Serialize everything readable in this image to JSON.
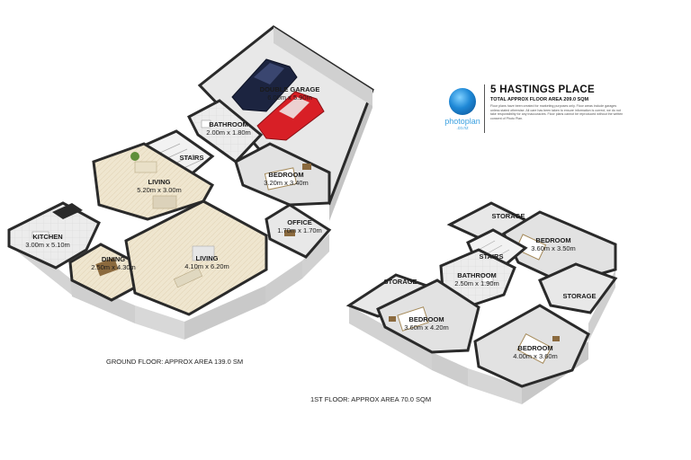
{
  "brand": {
    "name": "photoplan",
    "domain": ".co.nz",
    "icon": "photoplan-logo-icon"
  },
  "title": "5 HASTINGS PLACE",
  "subtitle": "TOTAL APPROX FLOOR AREA 209.0 SQM",
  "disclaimer": "Floor plans have been created for marketing purposes only. Floor areas include garages unless stated otherwise. All care has been taken to ensure information is correct, we do not take responsibility for any inaccuracies. Floor plans cannot be reproduced without the written consent of Photo Plan.",
  "ground_floor": {
    "caption": "GROUND FLOOR: APPROX AREA 139.0 SM",
    "rooms": [
      {
        "name": "DOUBLE GARAGE",
        "dims": "6.00m x 5.90m"
      },
      {
        "name": "BATHROOM",
        "dims": "2.00m x 1.80m"
      },
      {
        "name": "STAIRS",
        "dims": ""
      },
      {
        "name": "LIVING",
        "dims": "5.20m x 3.00m"
      },
      {
        "name": "BEDROOM",
        "dims": "3.20m x 3.40m"
      },
      {
        "name": "KITCHEN",
        "dims": "3.00m x 5.10m"
      },
      {
        "name": "OFFICE",
        "dims": "1.70m x 1.70m"
      },
      {
        "name": "DINING",
        "dims": "2.50m x 4.30m"
      },
      {
        "name": "LIVING",
        "dims": "4.10m x 6.20m"
      }
    ]
  },
  "first_floor": {
    "caption": "1ST FLOOR: APPROX AREA 70.0 SQM",
    "rooms": [
      {
        "name": "STORAGE",
        "dims": ""
      },
      {
        "name": "BEDROOM",
        "dims": "3.60m x 3.50m"
      },
      {
        "name": "STAIRS",
        "dims": ""
      },
      {
        "name": "STORAGE",
        "dims": ""
      },
      {
        "name": "BATHROOM",
        "dims": "2.50m x 1.90m"
      },
      {
        "name": "STORAGE",
        "dims": ""
      },
      {
        "name": "BEDROOM",
        "dims": "3.60m x 4.20m"
      },
      {
        "name": "BEDROOM",
        "dims": "4.00m x 3.60m"
      }
    ]
  },
  "colors": {
    "wall_top": "#2a2a2a",
    "wall_side": "#d9d9d9",
    "floor_wood": "#efe6cf",
    "floor_carpet": "#dcdcdc",
    "tile": "#e6e6e6",
    "accent": "#1e88d6",
    "car_dark": "#1c2440",
    "car_red": "#d81f26"
  }
}
